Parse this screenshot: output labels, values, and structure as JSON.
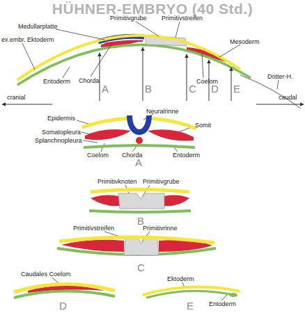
{
  "diagram": {
    "title": "HÜHNER-EMBRYO (40 Std.)",
    "labels": [
      "Medullarplatte",
      "Primitivgrube",
      "Primitivstreifen",
      "ex.embr. Ektoderm",
      "Mesoderm",
      "cranial",
      "caudal",
      "Entoderm",
      "Chorda",
      "A",
      "B",
      "C",
      "Coelom",
      "D",
      "E",
      "Dotter-H.",
      "Epidermis",
      "Neuralrinne",
      "Somatopleura",
      "Somit",
      "Splanchnopleura",
      "Coelom",
      "Chorda",
      "Entoderm",
      "A",
      "Primitivknoten",
      "Primitivgrube",
      "B",
      "Primitivstreifen",
      "Primitivrinne",
      "C",
      "Caudales Coelom",
      "D",
      "Ektoderm",
      "Entoderm",
      "E"
    ]
  }
}
